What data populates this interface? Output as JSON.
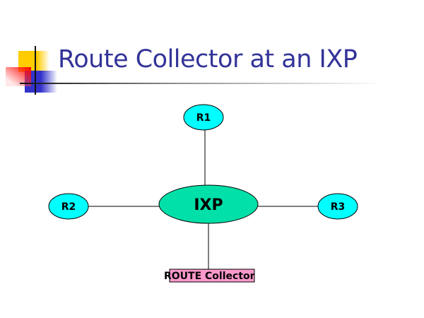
{
  "slide": {
    "title": "Route Collector at an IXP"
  },
  "diagram": {
    "nodes": {
      "r1": "R1",
      "r2": "R2",
      "r3": "R3",
      "ixp": "IXP",
      "collector": "ROUTE Collector"
    },
    "colors": {
      "router_fill": "#00ffff",
      "ixp_fill": "#00e0a8",
      "collector_fill": "#ff99cc",
      "title": "#333399"
    }
  }
}
